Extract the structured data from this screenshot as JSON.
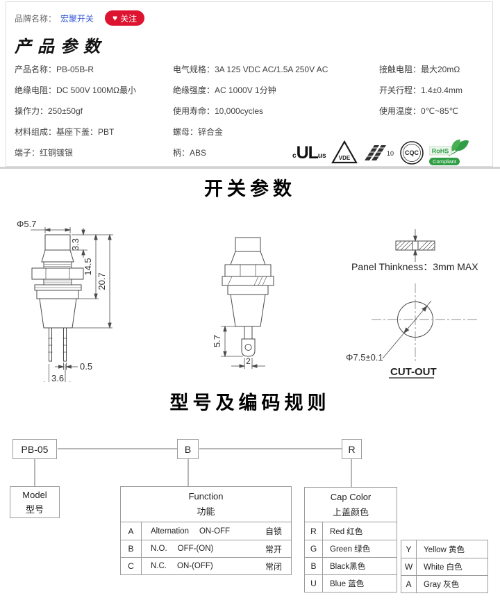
{
  "brand_bar": {
    "label": "品牌名称：",
    "brand": "宏聚开关",
    "heart": "♥",
    "follow_label": "关注"
  },
  "product_section": {
    "title": "产品参数",
    "col1": [
      "产品名称：PB-05B-R",
      "绝缘电阻：DC 500V 100MΩ最小",
      "操作力：250±50gf",
      "材料组成：基座下盖：PBT",
      "端子：红铜镀银"
    ],
    "col2": [
      "电气规格：3A  125 VDC AC/1.5A  250V AC",
      "绝缘强度：AC 1000V 1分钟",
      "使用寿命：10,000cycles",
      "螺母：锌合金",
      "柄：ABS"
    ],
    "col3": [
      "接触电阻：最大20mΩ",
      "开关行程：1.4±0.4mm",
      "使用温度：0℃~85℃"
    ]
  },
  "certs": {
    "ul_c": "c",
    "ul_main": "UL",
    "ul_us": "us",
    "vde": "VDE",
    "enec": "10",
    "cqc": "CQC",
    "rohs_line1": "RoHS",
    "rohs_line2": "Compliant"
  },
  "switch_section": {
    "title": "开关参数"
  },
  "drawings": {
    "left": {
      "dia": "Φ5.7",
      "h_cap": "3.3",
      "h_mid": "14.5",
      "h_total": "20.7",
      "pin_w": "0.5",
      "pin_pitch": "3.6"
    },
    "middle": {
      "lug_len": "5.7",
      "lug_w": "2"
    },
    "right": {
      "panel_note": "Panel Thinkness：3mm MAX",
      "cutout_dia": "Φ7.5±0.1",
      "cutout_label": "CUT-OUT"
    }
  },
  "coding_section": {
    "title": "型号及编码规则",
    "model_code": "PB-05",
    "function_code": "B",
    "color_code": "R",
    "model_box": {
      "en": "Model",
      "zh": "型号"
    },
    "function_table": {
      "header_en": "Function",
      "header_zh": "功能",
      "rows": [
        {
          "code": "A",
          "name": "Alternation",
          "state": "ON-OFF",
          "zh": "自锁"
        },
        {
          "code": "B",
          "name": "N.O.",
          "state": "OFF-(ON)",
          "zh": "常开"
        },
        {
          "code": "C",
          "name": "N.C.",
          "state": "ON-(OFF)",
          "zh": "常闭"
        }
      ]
    },
    "cap_table": {
      "header_en": "Cap Color",
      "header_zh": "上盖颜色",
      "left_rows": [
        {
          "code": "R",
          "label": "Red 红色"
        },
        {
          "code": "G",
          "label": "Green 绿色"
        },
        {
          "code": "B",
          "label": "Black黑色"
        },
        {
          "code": "U",
          "label": "Blue 蓝色"
        }
      ],
      "right_rows": [
        {
          "code": "Y",
          "label": "Yellow 黄色"
        },
        {
          "code": "W",
          "label": "White 白色"
        },
        {
          "code": "A",
          "label": "Gray 灰色"
        }
      ]
    }
  }
}
